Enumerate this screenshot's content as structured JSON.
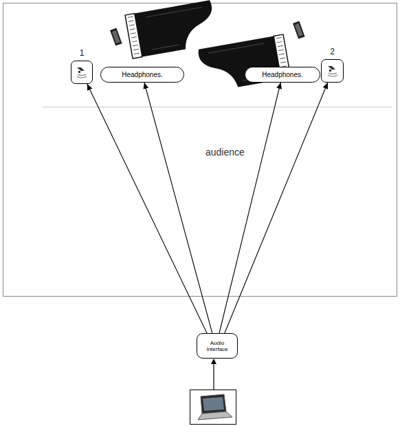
{
  "diagram": {
    "nodes": [
      {
        "text": [
          "1"
        ]
      },
      {
        "text": [
          "Headphones."
        ]
      },
      {
        "text": [
          "Headphones."
        ]
      },
      {
        "text": [
          "2"
        ]
      },
      {
        "text": [
          "Audio Interface"
        ]
      }
    ],
    "edges": [
      {
        "from": 4,
        "to": 0,
        "arrow": "to"
      },
      {
        "from": 4,
        "to": 1,
        "arrow": "to"
      },
      {
        "from": 4,
        "to": 2,
        "arrow": "to"
      },
      {
        "from": 4,
        "to": 3,
        "arrow": "to"
      }
    ],
    "labels": [
      "audience"
    ]
  }
}
